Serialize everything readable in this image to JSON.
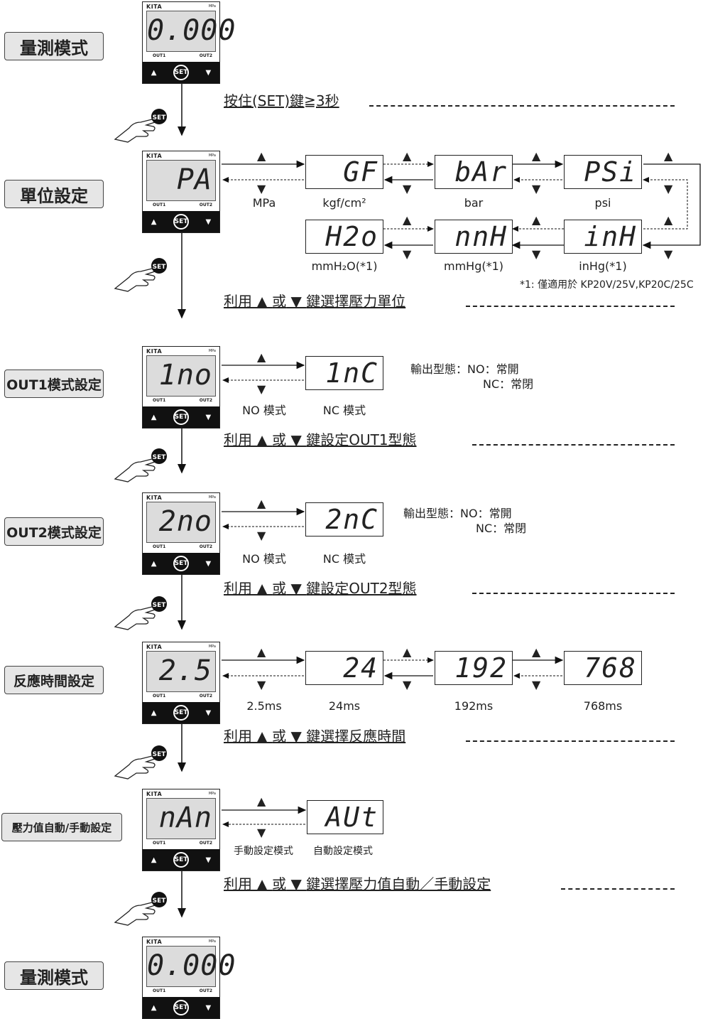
{
  "device": {
    "brand": "KITA",
    "unit": "MPa",
    "out1": "OUT1",
    "out2": "OUT2",
    "set": "SET",
    "up": "▲",
    "down": "▼"
  },
  "modes": [
    {
      "label": "量測模式",
      "display": "0.000"
    },
    {
      "label": "單位設定",
      "display": "PA"
    },
    {
      "label": "OUT1模式設定",
      "display": "1no"
    },
    {
      "label": "OUT2模式設定",
      "display": "2no"
    },
    {
      "label": "反應時間設定",
      "display": "2.5"
    },
    {
      "label": "壓力值自動/手動設定",
      "display": "nAn"
    },
    {
      "label": "量測模式",
      "display": "0.000"
    }
  ],
  "instructions": [
    "按住(SET)鍵≧3秒",
    "利用",
    "或",
    "鍵選擇壓力單位",
    "鍵設定OUT1型態",
    "鍵設定OUT2型態",
    "鍵選擇反應時間",
    "鍵選擇壓力值自動／手動設定"
  ],
  "unit_row1": [
    {
      "display": "GF",
      "caption": "kgf/cm²"
    },
    {
      "display": "bAr",
      "caption": "bar"
    },
    {
      "display": "PSi",
      "caption": "psi"
    }
  ],
  "unit_row2": [
    {
      "display": "H2o",
      "caption": "mmH₂O(*1)"
    },
    {
      "display": "nnH",
      "caption": "mmHg(*1)"
    },
    {
      "display": "inH",
      "caption": "inHg(*1)"
    }
  ],
  "unit_first_caption": "MPa",
  "unit_footnote": "*1: 僅適用於 KP20V/25V,KP20C/25C",
  "out1": {
    "display": "1nC",
    "caption_no": "NO 模式",
    "caption_nc": "NC 模式",
    "note1": "輸出型態：NO：常開",
    "note2": "NC：常閉"
  },
  "out2": {
    "display": "2nC",
    "caption_no": "NO 模式",
    "caption_nc": "NC 模式",
    "note1": "輸出型態：NO：常開",
    "note2": "NC：常閉"
  },
  "response": [
    {
      "display": "24",
      "caption": "24ms"
    },
    {
      "display": "192",
      "caption": "192ms"
    },
    {
      "display": "768",
      "caption": "768ms"
    }
  ],
  "response_first_caption": "2.5ms",
  "auto": {
    "display": "AUt",
    "caption_manual": "手動設定模式",
    "caption_auto": "自動設定模式"
  },
  "hand_label": "SET"
}
